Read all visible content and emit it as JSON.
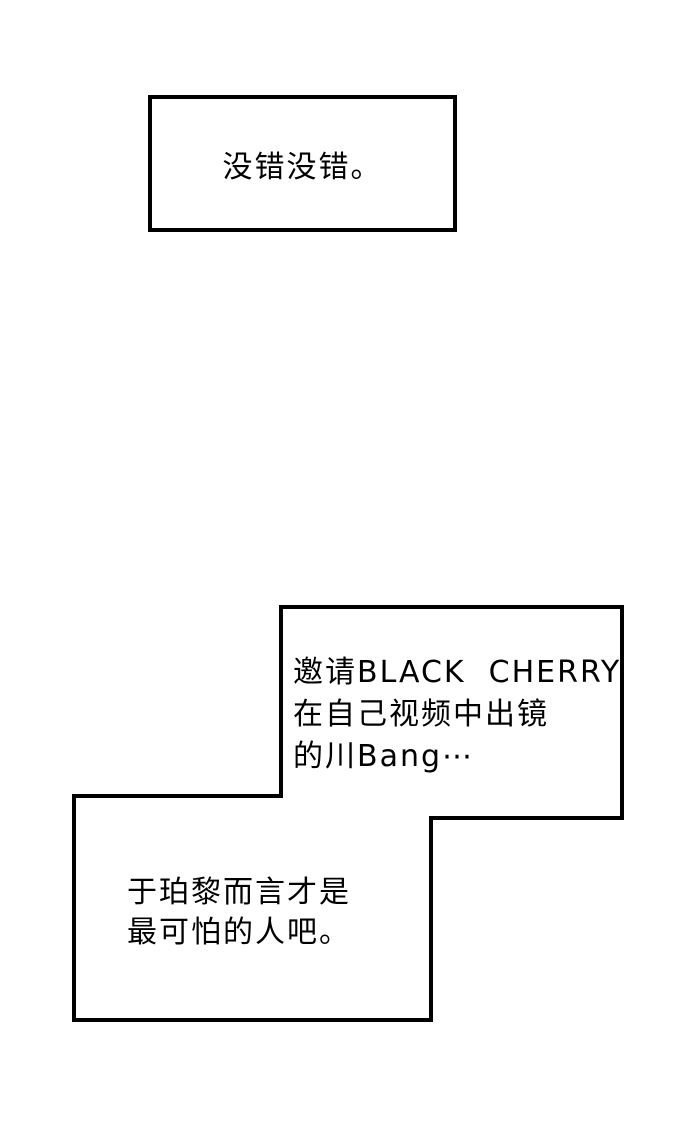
{
  "page": {
    "background_color": "#ffffff",
    "ink_color": "#000000"
  },
  "bubbles": [
    {
      "name": "top-speech-box",
      "text": "没错没错。"
    },
    {
      "name": "middle-speech-box",
      "lines": [
        "邀请BLACK  CHERRY",
        "在自己视频中出镜",
        "的川Bang⋯"
      ]
    },
    {
      "name": "bottom-speech-box",
      "lines": [
        "于珀黎而言才是",
        "最可怕的人吧。"
      ]
    }
  ]
}
